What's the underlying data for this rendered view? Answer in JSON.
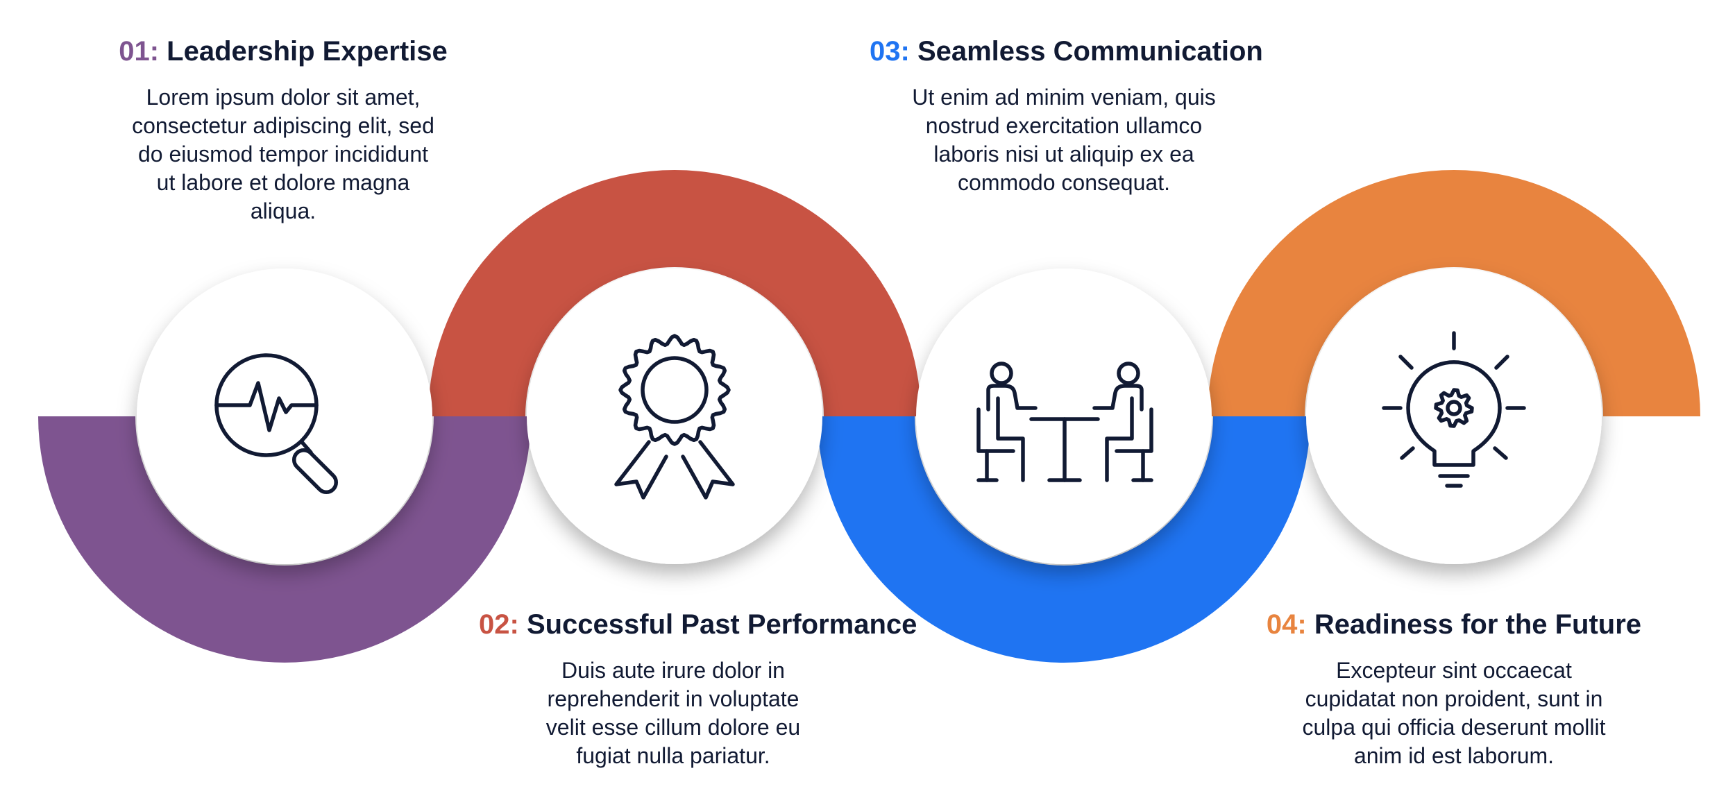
{
  "colors": {
    "step1": "#7e5490",
    "step2": "#c85343",
    "step3": "#1f74f2",
    "step4": "#e8843f",
    "text": "#111a33"
  },
  "steps": [
    {
      "number": "01:",
      "title": "Leadership Expertise",
      "description": "Lorem ipsum dolor sit amet, consectetur adipiscing elit, sed do eiusmod tempor incididunt ut labore et dolore magna aliqua.",
      "icon": "magnifier-pulse-icon"
    },
    {
      "number": "02:",
      "title": "Successful Past Performance",
      "description": "Duis aute irure dolor in reprehenderit in voluptate velit esse cillum dolore eu fugiat nulla pariatur.",
      "icon": "award-ribbon-icon"
    },
    {
      "number": "03:",
      "title": "Seamless Communication",
      "description": "Ut enim ad minim veniam, quis nostrud exercitation ullamco laboris nisi ut aliquip ex ea commodo consequat.",
      "icon": "meeting-table-icon"
    },
    {
      "number": "04:",
      "title": "Readiness for the Future",
      "description": "Excepteur sint occaecat cupidatat non proident, sunt in culpa qui officia deserunt mollit anim id est laborum.",
      "icon": "lightbulb-gear-icon"
    }
  ]
}
